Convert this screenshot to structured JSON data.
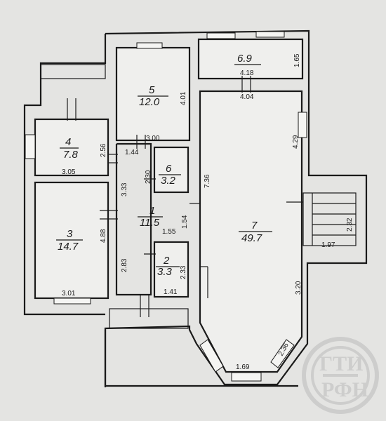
{
  "rooms": [
    {
      "id": "1",
      "number": "1",
      "area": "11.5"
    },
    {
      "id": "2",
      "number": "2",
      "area": "3.3"
    },
    {
      "id": "3",
      "number": "3",
      "area": "14.7"
    },
    {
      "id": "4",
      "number": "4",
      "area": "7.8"
    },
    {
      "id": "5",
      "number": "5",
      "area": "12.0"
    },
    {
      "id": "6",
      "number": "6",
      "area": "3.2"
    },
    {
      "id": "6b",
      "number": "",
      "area": "6.9"
    },
    {
      "id": "7",
      "number": "7",
      "area": "49.7"
    }
  ],
  "dimensions": [
    "4.01",
    "3.00",
    "1.44",
    "2.56",
    "3.05",
    "2.30",
    "3.33",
    "4.88",
    "3.01",
    "1.54",
    "1.55",
    "2.83",
    "2.33",
    "1.41",
    "7.36",
    "4.18",
    "4.04",
    "1.65",
    "4.29",
    "2.32",
    "1.97",
    "3.20",
    "2.36",
    "1.69"
  ],
  "stamp": {
    "letters": "ГТИ РФН"
  },
  "colors": {
    "paper": "#e4e4e2",
    "line": "#1a1a1a",
    "stamp": "#c9c9c9"
  }
}
